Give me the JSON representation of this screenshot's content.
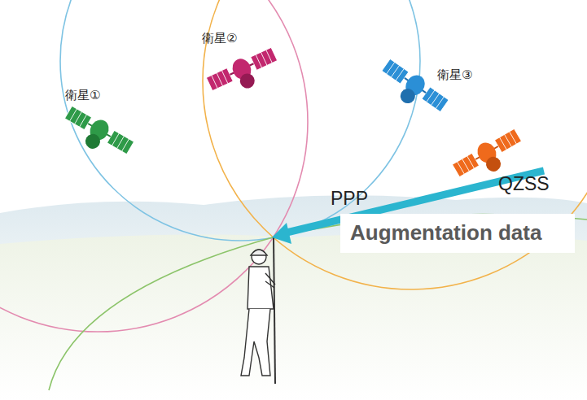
{
  "diagram": {
    "nodes": [
      {
        "text": [
          "Augmentation data"
        ]
      }
    ],
    "labels": [
      "衛星①",
      "衛星②",
      "衛星③",
      "QZSS",
      "PPP"
    ]
  }
}
